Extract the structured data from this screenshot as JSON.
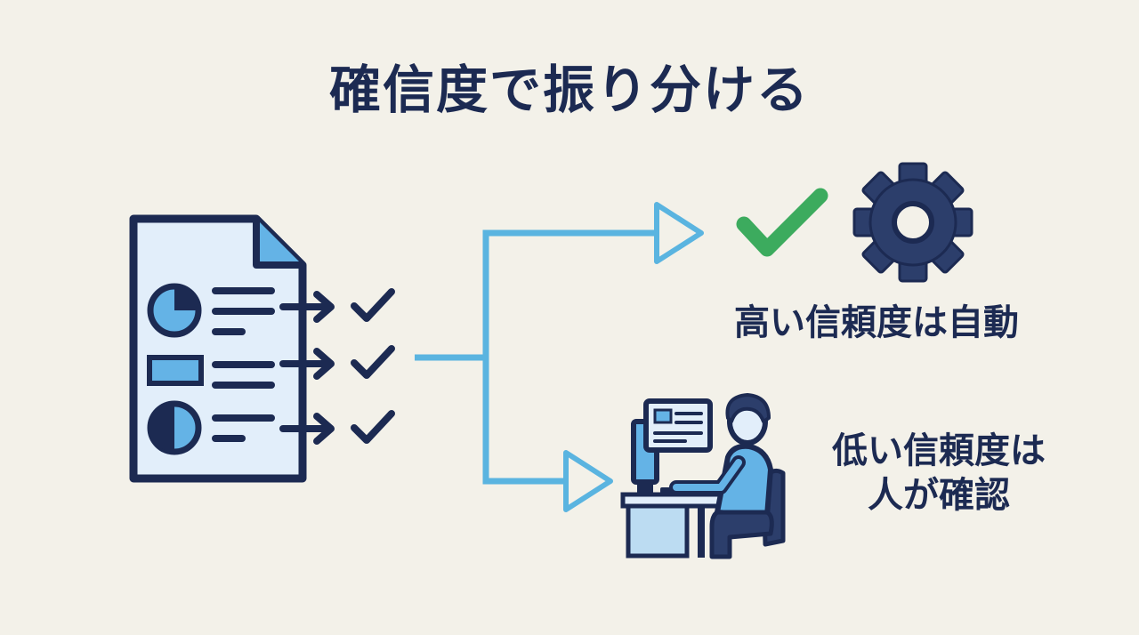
{
  "title": "確信度で振り分ける",
  "outcomes": {
    "high": {
      "label": "高い信頼度は自動"
    },
    "low": {
      "label_line1": "低い信頼度は",
      "label_line2": "人が確認"
    }
  },
  "colors": {
    "navy": "#1c2a52",
    "gear": "#2c3e6b",
    "check": "#3cab5e",
    "connector": "#5ab4e0",
    "document": "#e2eefa",
    "accent": "#64b3e6"
  },
  "icons": {
    "document": "document-icon",
    "check": "checkmark-icon",
    "gear": "gear-icon",
    "human": "person-at-computer-icon"
  }
}
